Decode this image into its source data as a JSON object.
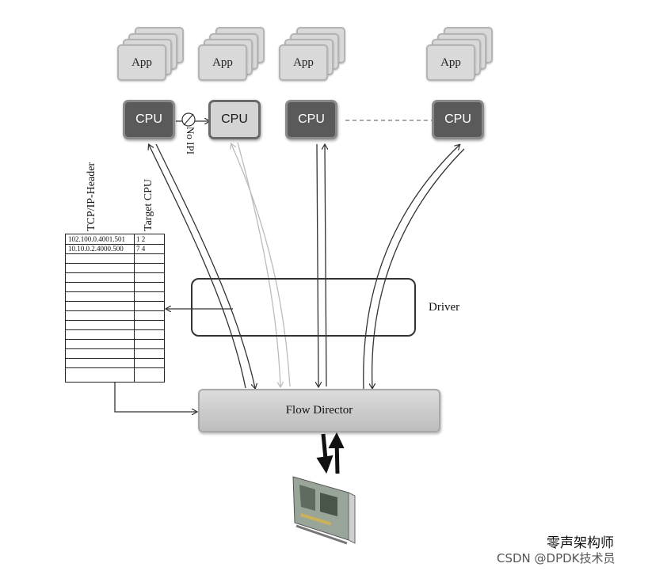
{
  "apps": [
    "App",
    "App",
    "App",
    "App"
  ],
  "cpus": [
    "CPU",
    "CPU",
    "CPU",
    "CPU"
  ],
  "no_ipi": "No IPI",
  "table": {
    "header_left": "TCP/IP-Header",
    "header_right": "Target CPU",
    "rows": [
      {
        "tuple": "102.100.0.4001.501",
        "cpu": "1  2"
      },
      {
        "tuple": "10.10.0.2.4000.500",
        "cpu": "7  4"
      }
    ]
  },
  "driver_label": "Driver",
  "flow_director_label": "Flow Director",
  "watermark": {
    "line1": "零声架构师",
    "line2": "CSDN @DPDK技术员"
  },
  "colors": {
    "cpu_dark": "#5a5a5a",
    "cpu_light": "#d4d4d4",
    "app": "#d9d9d9",
    "flow_director": "#c8c8c8"
  }
}
